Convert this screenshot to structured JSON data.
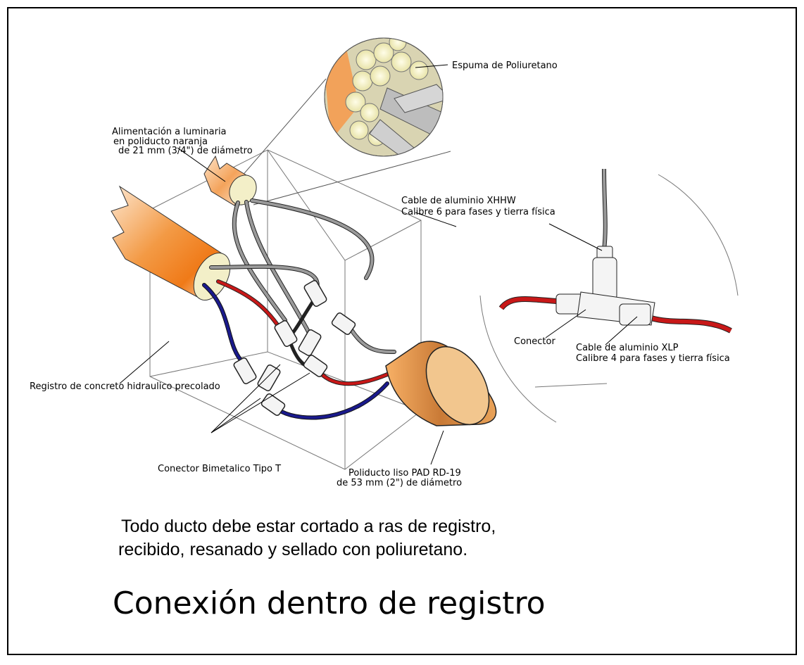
{
  "labels": {
    "foam": "Espuma de Poliuretano",
    "feed_line1": "Alimentación a luminaria",
    "feed_line2": "en poliducto naranja",
    "feed_line3": "de 21 mm (3/4\") de diámetro",
    "xhhw_line1": "Cable de aluminio XHHW",
    "xhhw_line2": "Calibre 6 para fases y tierra física",
    "connector": "Conector",
    "xlp_line1": "Cable de aluminio XLP",
    "xlp_line2": "Calibre 4 para fases y tierra física",
    "register": "Registro de concreto hidraulico precolado",
    "bimetal": "Conector Bimetalico Tipo T",
    "pad_line1": "Poliducto liso PAD RD-19",
    "pad_line2": "de 53 mm (2\") de diámetro"
  },
  "note": {
    "line1": "Todo ducto debe estar cortado a ras de registro,",
    "line2": "recibido, resanado y sellado con poliuretano."
  },
  "title": "Conexión dentro de registro",
  "colors": {
    "orange_duct": "#f07a18",
    "foam": "#f3f0c4",
    "cable_gray": "#8a8a8a",
    "cable_red": "#c81818",
    "cable_blue": "#1a1a8c",
    "pad_duct": "#d8893a"
  }
}
